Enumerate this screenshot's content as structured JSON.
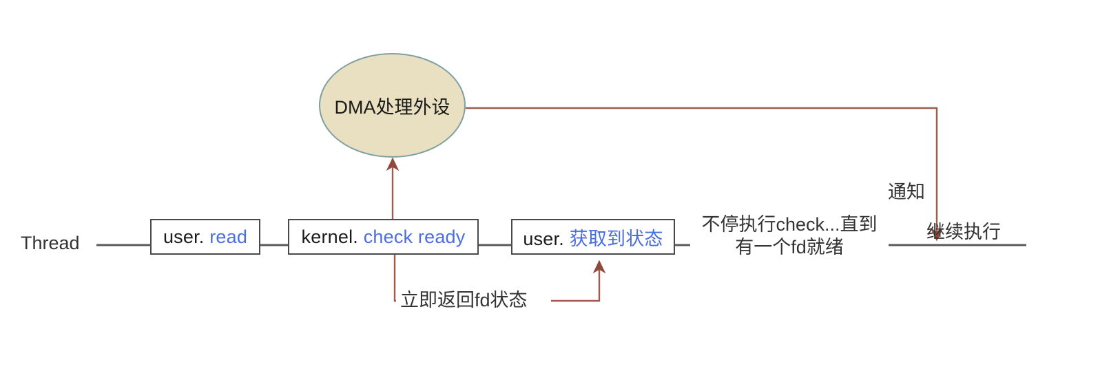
{
  "diagram": {
    "title_axis_label": "Thread",
    "colors": {
      "arrow": "#9e5b4e",
      "box_border": "#4a4a4a",
      "accent_text": "#4a6ee0",
      "ellipse_fill": "#e8e0c0",
      "ellipse_border": "#7fa0a0",
      "baseline": "#595959"
    },
    "nodes": [
      {
        "name": "user-read",
        "prefix": "user. ",
        "accent": "read"
      },
      {
        "name": "kernel-check-ready",
        "prefix": "kernel. ",
        "accent": "check ready"
      },
      {
        "name": "user-get-status",
        "prefix": "user. ",
        "accent": "获取到状态"
      }
    ],
    "ellipse": {
      "label": "DMA处理外设"
    },
    "edge_labels": {
      "return_fd_status": "立即返回fd状态",
      "notify": "通知"
    },
    "annotations": {
      "loop_check_line1": "不停执行check...直到",
      "loop_check_line2": "有一个fd就绪",
      "continue_exec": "继续执行"
    }
  }
}
